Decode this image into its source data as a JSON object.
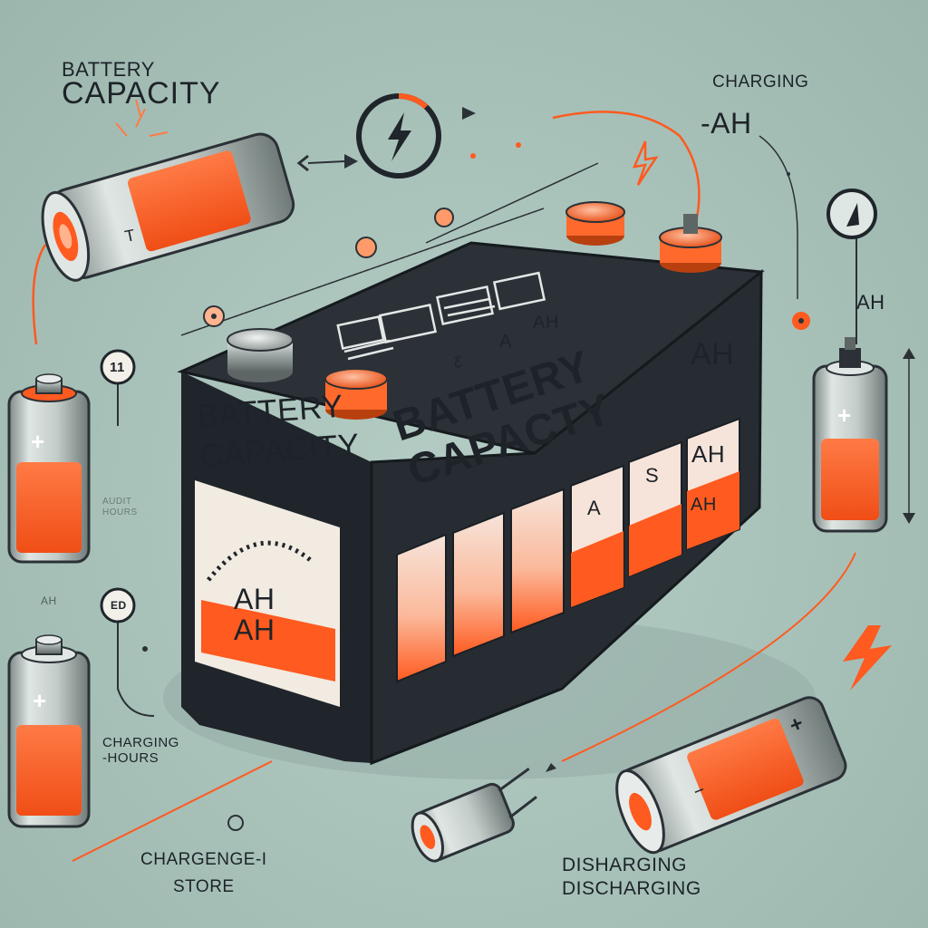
{
  "labels": {
    "title_line1": "BATTERY",
    "title_line2": "CAPACITY",
    "charging_top": "CHARGING",
    "ah_top": "-AH",
    "ah_right": "AH",
    "ah_side": "AH",
    "mini_ah": "AH",
    "faded_line1": "AUDIT",
    "faded_line2": "HOURS",
    "charging_hours_line1": "CHARGING",
    "charging_hours_line2": "-HOURS",
    "chargeng_line1": "CHARGENGE-I",
    "chargeng_line2": "STORE",
    "discharging_line1": "DISHARGING",
    "discharging_line2": "DISCHARGING"
  },
  "battery": {
    "front_title_line1": "BATTERY",
    "front_title_line2": "CAPACITY",
    "side_title_line1": "BATTERY",
    "side_title_line2": "CAPACTY",
    "gauge_line1": "AH",
    "gauge_line2": "AH",
    "cell_a": "A",
    "cell_s": "S",
    "cell_ah": "AH",
    "cell_ah2": "AH",
    "top_a": "A",
    "top_ah": "AH",
    "top_num": "ƹ"
  },
  "small_cells": {
    "left_top_mark": "T",
    "plus": "+",
    "minus": "−"
  },
  "gauges": {
    "gauge1": "11",
    "gauge2": "ED"
  },
  "colors": {
    "background": "#a9c3bb",
    "accent_orange": "#ff5a1f",
    "battery_body": "#22272d",
    "ink": "#1d2328"
  }
}
